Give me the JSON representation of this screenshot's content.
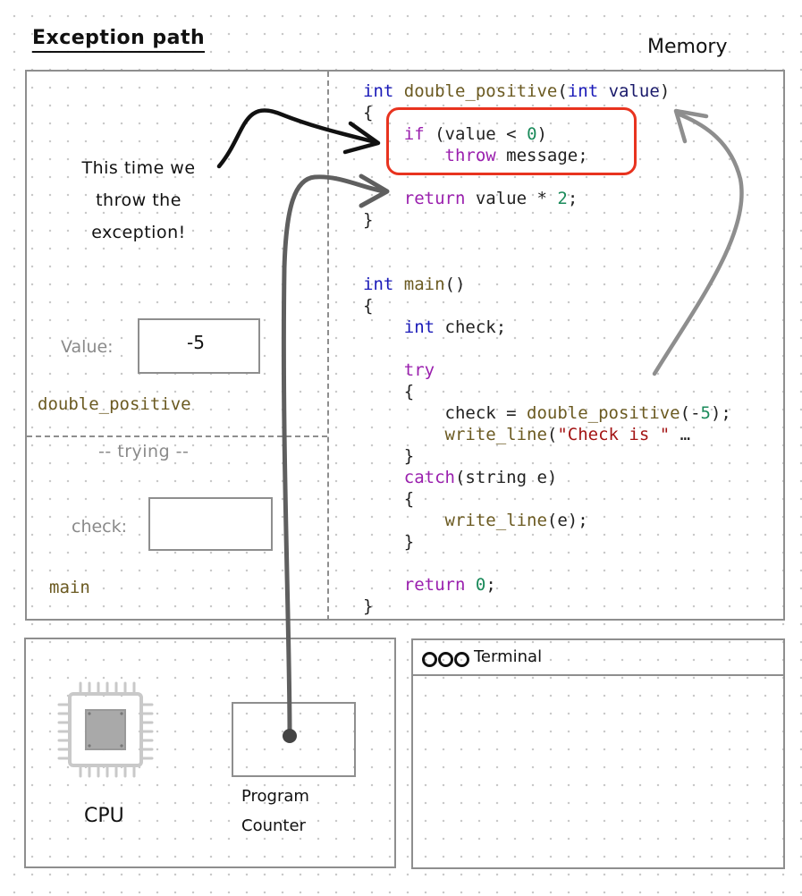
{
  "title": "Exception path",
  "memory_label": "Memory",
  "note_lines": [
    "This time we",
    "throw the",
    "exception!"
  ],
  "double_positive_frame": {
    "field_label": "Value:",
    "field_value": "-5",
    "frame_name": "double_positive"
  },
  "trying_label": "-- trying --",
  "main_frame": {
    "field_label": "check:",
    "field_value": "",
    "frame_name": "main"
  },
  "code": {
    "l01_a": "int",
    "l01_b": "double_positive",
    "l01_c": "(",
    "l01_d": "int",
    "l01_e": "value",
    "l01_f": ")",
    "l02": "{",
    "l03_a": "if",
    "l03_b": "(value < ",
    "l03_c": "0",
    "l03_d": ")",
    "l04_a": "throw",
    "l04_b": " message;",
    "l05_a": "return",
    "l05_b": " value * ",
    "l05_c": "2",
    "l05_d": ";",
    "l06": "}",
    "l08_a": "int",
    "l08_b": "main",
    "l08_c": "()",
    "l09": "{",
    "l10_a": "int",
    "l10_b": " check;",
    "l12": "try",
    "l13": "{",
    "l14_a": "check = ",
    "l14_b": "double_positive",
    "l14_c": "(-",
    "l14_d": "5",
    "l14_e": ");",
    "l15_a": "write_line",
    "l15_b": "(",
    "l15_c": "\"Check is \"",
    "l15_d": " …",
    "l16": "}",
    "l17_a": "catch",
    "l17_b": "(string e)",
    "l18": "{",
    "l19_a": "write_line",
    "l19_b": "(e);",
    "l20": "}",
    "l22_a": "return",
    "l22_b": " ",
    "l22_c": "0",
    "l22_d": ";",
    "l23": "}"
  },
  "cpu_label": "CPU",
  "pc_label_lines": [
    "Program",
    "Counter"
  ],
  "terminal_title": "Terminal",
  "icons": [
    "cpu-chip-icon",
    "window-dots-icon"
  ],
  "colors": {
    "highlight": "#e8331f",
    "keyword": "#1a1ab8",
    "function": "#6b5a21",
    "control": "#9a1fae",
    "number": "#1a8a5a",
    "string": "#a31515"
  }
}
